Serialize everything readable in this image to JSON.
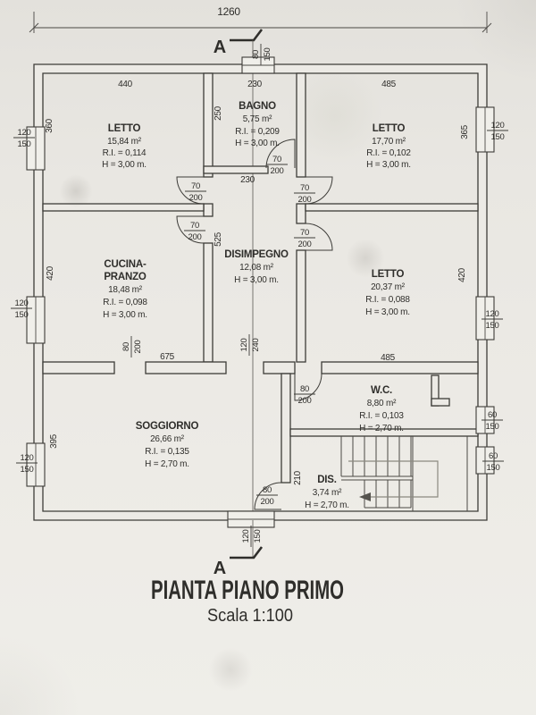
{
  "meta": {
    "plan_title": "PIANTA PIANO PRIMO",
    "plan_scale": "Scala 1:100",
    "section_letter": "A"
  },
  "dims": {
    "overall_width": "1260",
    "letto_nw_width": "440",
    "bagno_width": "230",
    "letto_ne_width": "485",
    "letto_nw_height": "360",
    "bagno_height": "250",
    "letto_ne_height": "365",
    "cucina_height": "420",
    "disimpegno_height": "525",
    "disimpegno_width": "230",
    "letto_e_height": "420",
    "letto_e_width": "485",
    "soggiorno_width": "675",
    "soggiorno_height": "395",
    "dis_height": "210"
  },
  "openings": {
    "win_120_150": {
      "num": "120",
      "den": "150"
    },
    "win_80_150": {
      "num": "80",
      "den": "150"
    },
    "win_60_150": {
      "num": "60",
      "den": "150"
    },
    "door_70_200": {
      "num": "70",
      "den": "200"
    },
    "door_80_200": {
      "num": "80",
      "den": "200"
    },
    "pass_120_240": {
      "num": "120",
      "den": "240"
    }
  },
  "rooms": {
    "letto_nw": {
      "name": "LETTO",
      "area": "15,84 m²",
      "ri": "R.I. = 0,114",
      "height": "H = 3,00 m."
    },
    "bagno": {
      "name": "BAGNO",
      "area": "5,75 m²",
      "ri": "R.I. = 0,209",
      "height": "H = 3,00 m."
    },
    "letto_ne": {
      "name": "LETTO",
      "area": "17,70 m²",
      "ri": "R.I. = 0,102",
      "height": "H = 3,00 m."
    },
    "cucina": {
      "name_line1": "CUCINA-",
      "name_line2": "PRANZO",
      "area": "18,48 m²",
      "ri": "R.I. = 0,098",
      "height": "H = 3,00 m."
    },
    "disimpegno": {
      "name": "DISIMPEGNO",
      "area": "12,08 m²",
      "height": "H = 3,00 m."
    },
    "letto_e": {
      "name": "LETTO",
      "area": "20,37 m²",
      "ri": "R.I. = 0,088",
      "height": "H = 3,00 m."
    },
    "soggiorno": {
      "name": "SOGGIORNO",
      "area": "26,66 m²",
      "ri": "R.I. = 0,135",
      "height": "H = 2,70 m."
    },
    "wc": {
      "name": "W.C.",
      "area": "8,80 m²",
      "ri": "R.I. = 0,103",
      "height": "H = 2,70 m."
    },
    "dis": {
      "name": "DIS.",
      "area": "3,74 m²",
      "height": "H = 2,70 m."
    }
  }
}
